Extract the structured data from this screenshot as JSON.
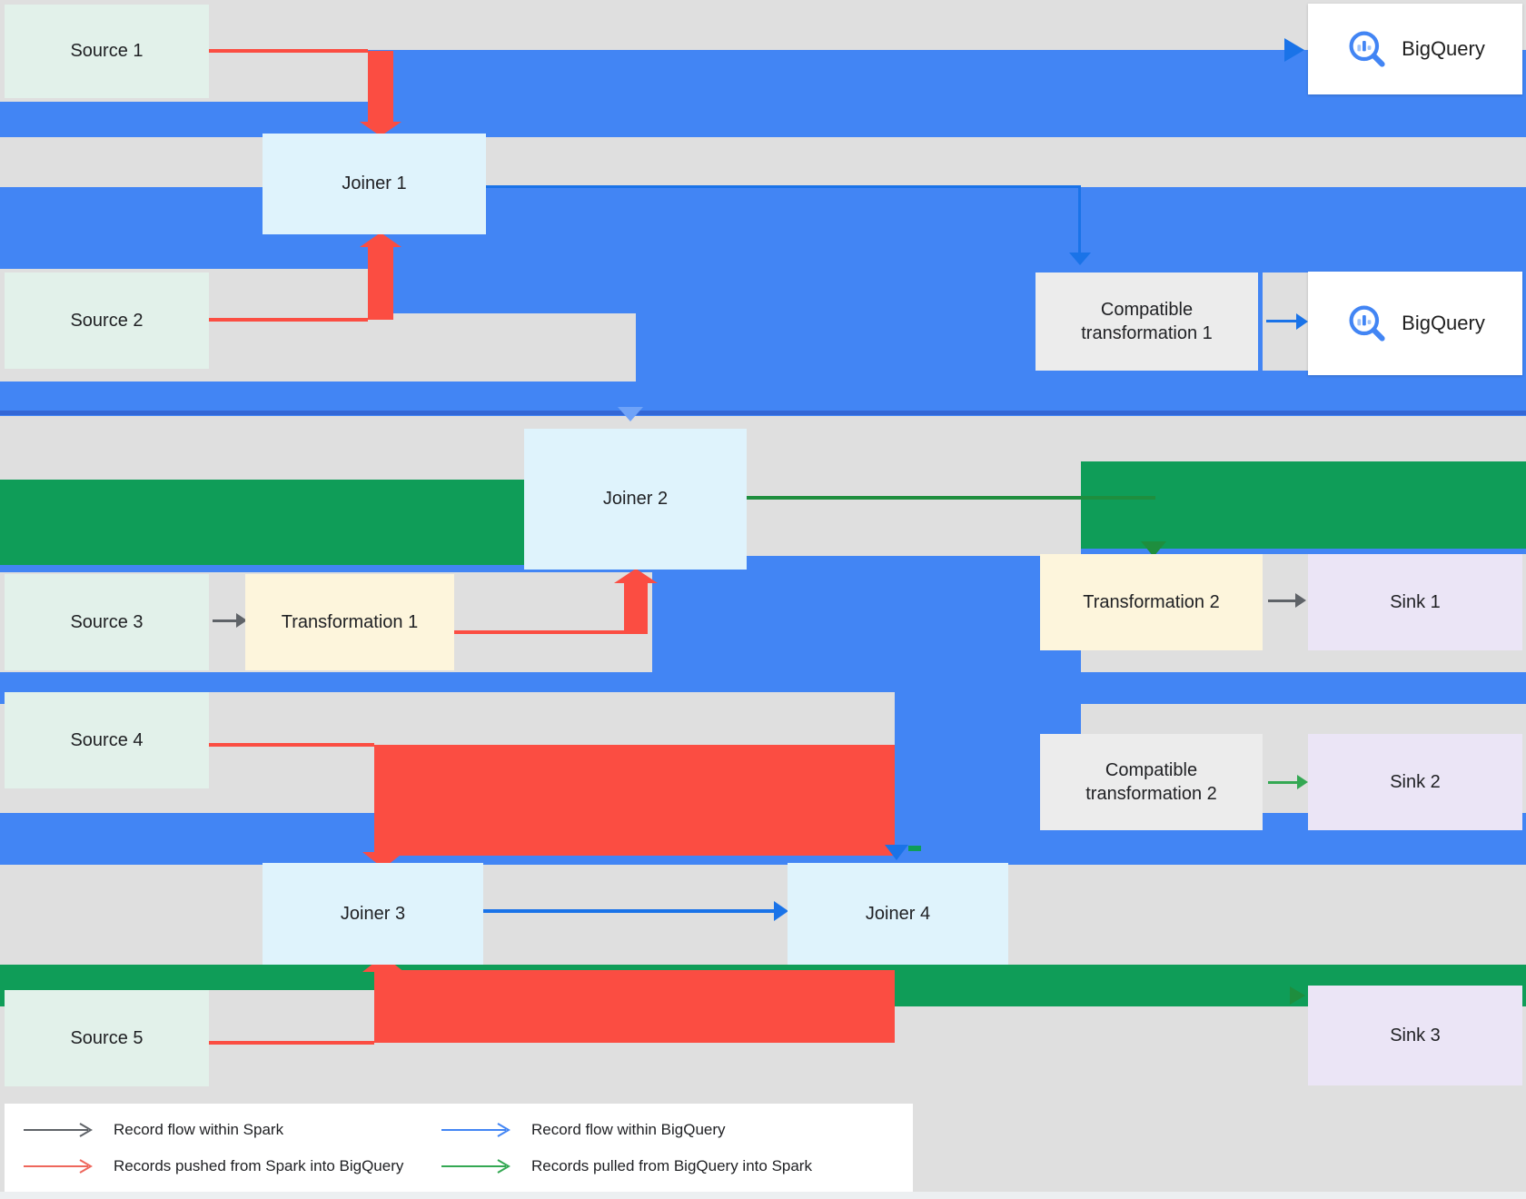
{
  "nodes": {
    "source1": {
      "label": "Source 1"
    },
    "source2": {
      "label": "Source 2"
    },
    "source3": {
      "label": "Source 3"
    },
    "source4": {
      "label": "Source 4"
    },
    "source5": {
      "label": "Source 5"
    },
    "joiner1": {
      "label": "Joiner 1"
    },
    "joiner2": {
      "label": "Joiner 2"
    },
    "joiner3": {
      "label": "Joiner 3"
    },
    "joiner4": {
      "label": "Joiner 4"
    },
    "transformation1": {
      "label": "Transformation 1"
    },
    "transformation2": {
      "label": "Transformation 2"
    },
    "compatible1": {
      "label": "Compatible transformation 1"
    },
    "compatible2": {
      "label": "Compatible transformation 2"
    },
    "sink1": {
      "label": "Sink 1"
    },
    "sink2": {
      "label": "Sink 2"
    },
    "sink3": {
      "label": "Sink 3"
    },
    "bigquery1": {
      "label": "BigQuery"
    },
    "bigquery2": {
      "label": "BigQuery"
    }
  },
  "legend": {
    "items": [
      {
        "id": "spark-flow",
        "label": "Record flow within Spark",
        "color": "#5f6368"
      },
      {
        "id": "bigquery-flow",
        "label": "Record flow within BigQuery",
        "color": "#4285f4"
      },
      {
        "id": "push-flow",
        "label": "Records pushed from Spark into BigQuery",
        "color": "#ee675c"
      },
      {
        "id": "pull-flow",
        "label": "Records pulled from BigQuery into Spark",
        "color": "#34a853"
      }
    ]
  },
  "colors": {
    "bg": "#dfdfdf",
    "blue": "#4285f4",
    "blue_dark": "#1a73e8",
    "blue_line": "#3367d6",
    "blue_entry": "#6fa3f8",
    "green": "#0f9d58",
    "green_dark": "#1e8e3e",
    "green_legend": "#34a853",
    "red": "#fb4d42",
    "red_legend": "#ee675c",
    "spark_gray": "#5f6368",
    "source_fill": "#e2f1ea",
    "joiner_fill": "#dff3fc",
    "transform_fill": "#fdf5dc",
    "compat_fill": "#ececec",
    "sink_fill": "#ebe5f6",
    "bigquery_fill": "#ffffff",
    "text": "#202124"
  }
}
